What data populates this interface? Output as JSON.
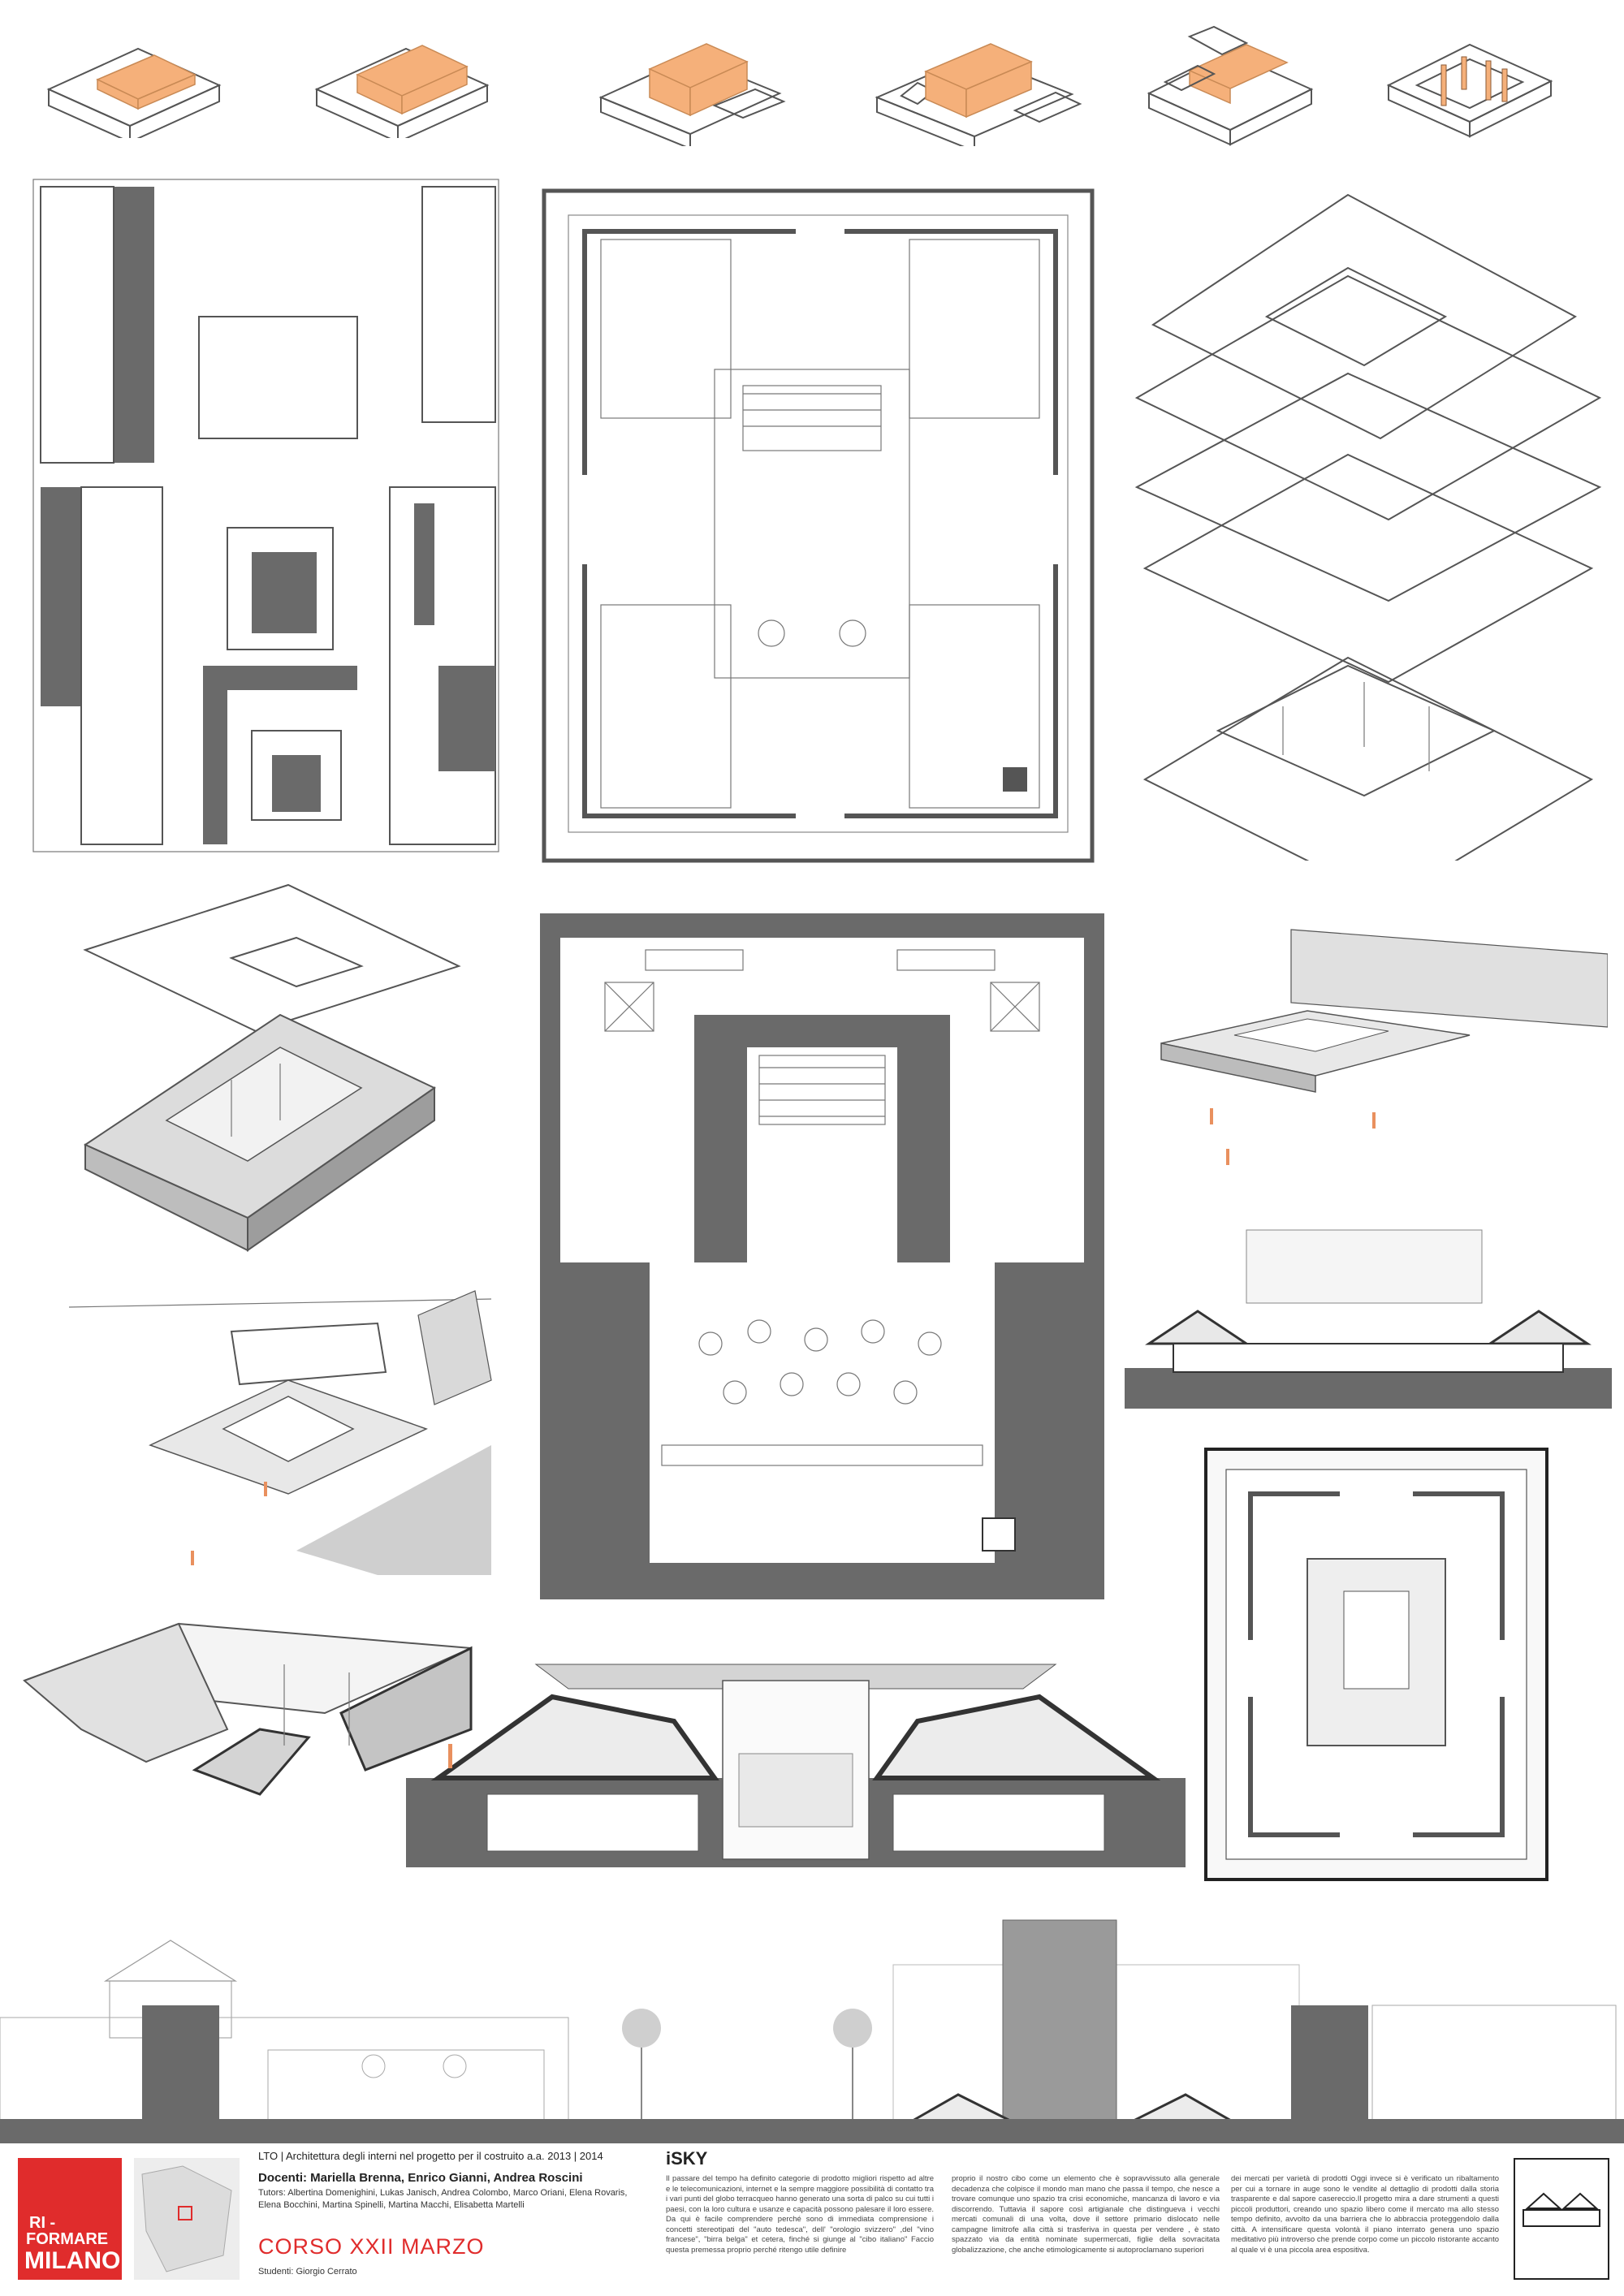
{
  "footer": {
    "logo_line1": "RI -",
    "logo_line2": "FORMARE",
    "logo_line3": "MILANO",
    "course_title": "LTO | Architettura degli interni nel progetto per il costruito a.a. 2013 | 2014",
    "docenti": "Docenti: Mariella Brenna, Enrico Gianni, Andrea Roscini",
    "tutors": "Tutors: Albertina Domenighini, Lukas Janisch, Andrea Colombo, Marco Oriani, Elena Rovaris, Elena Bocchini, Martina Spinelli, Martina Macchi, Elisabetta Martelli",
    "street_name": "CORSO XXII MARZO",
    "students": "Studenti: Giorgio Cerrato",
    "project_title": "iSKY",
    "description_col1": "Il passare del tempo ha definito categorie di prodotto migliori rispetto ad altre e le telecomunicazioni, internet e la sempre maggiore possibilità di contatto tra i vari punti del globo terracqueo hanno generato una sorta di palco su cui tutti i paesi, con la loro cultura e usanze e capacità possono palesare il loro essere. Da qui è facile comprendere perché sono di immediata comprensione i concetti stereotipati del \"auto tedesca\", dell' \"orologio svizzero\" ,del \"vino francese\", \"birra belga\" et cetera, finché si giunge al \"cibo italiano\" Faccio questa premessa proprio perché ritengo utile definire",
    "description_col2": "proprio il nostro cibo come un elemento che è sopravvissuto alla generale decadenza che colpisce il mondo man mano che passa il tempo, che nesce a trovare comunque uno spazio tra crisi economiche, mancanza di lavoro e via discorrendo. Tuttavia il sapore così artigianale che distingueva i vecchi mercati comunali di una volta, dove il settore primario dislocato nelle campagne limitrofe alla città si trasferiva in questa per vendere , è stato spazzato via da entità nominate supermercati, figlie della sovracitata globalizzazione, che anche etimologicamente si autoproclamano superiori",
    "description_col3": "dei mercati per varietà di prodotti Oggi invece si è verificato un ribaltamento per cui a tornare in auge sono le vendite al dettaglio di prodotti dalla storia trasparente e dal sapore casereccio.Il progetto mira a dare strumenti a questi piccoli produttori, creando uno spazio libero come il mercato ma allo stesso tempo definito, avvolto da una barriera che lo abbraccia proteggendolo dalla città. A intensificare questa volontà il piano interrato genera uno spazio meditativo più introverso che prende corpo come un piccolo ristorante accanto al quale vi è una piccola area espositiva."
  },
  "colors": {
    "accent_red": "#e02c2c",
    "volume_orange": "#f5b07a",
    "wall_gray": "#6a6a6a"
  }
}
